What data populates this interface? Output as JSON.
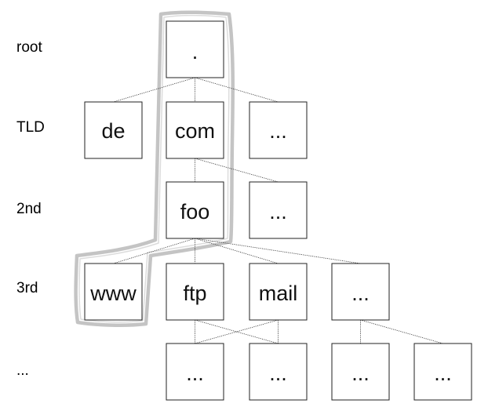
{
  "levels": {
    "root": "root",
    "tld": "TLD",
    "second": "2nd",
    "third": "3rd",
    "more": "..."
  },
  "nodes": {
    "root": ".",
    "de": "de",
    "com": "com",
    "tld_more": "...",
    "foo": "foo",
    "second_more": "...",
    "www": "www",
    "ftp": "ftp",
    "mail": "mail",
    "third_more": "...",
    "leaf_1": "...",
    "leaf_2": "...",
    "leaf_3": "...",
    "leaf_4": "..."
  },
  "edges": [
    [
      "root",
      "de"
    ],
    [
      "root",
      "com"
    ],
    [
      "root",
      "tld_more"
    ],
    [
      "com",
      "foo"
    ],
    [
      "com",
      "second_more"
    ],
    [
      "foo",
      "www"
    ],
    [
      "foo",
      "ftp"
    ],
    [
      "foo",
      "mail"
    ],
    [
      "foo",
      "third_more"
    ],
    [
      "ftp",
      "leaf_1"
    ],
    [
      "ftp",
      "leaf_2"
    ],
    [
      "mail",
      "leaf_1"
    ],
    [
      "mail",
      "leaf_2"
    ],
    [
      "third_more",
      "leaf_3"
    ],
    [
      "third_more",
      "leaf_4"
    ]
  ],
  "highlighted_path": [
    "root",
    "com",
    "foo",
    "www"
  ]
}
